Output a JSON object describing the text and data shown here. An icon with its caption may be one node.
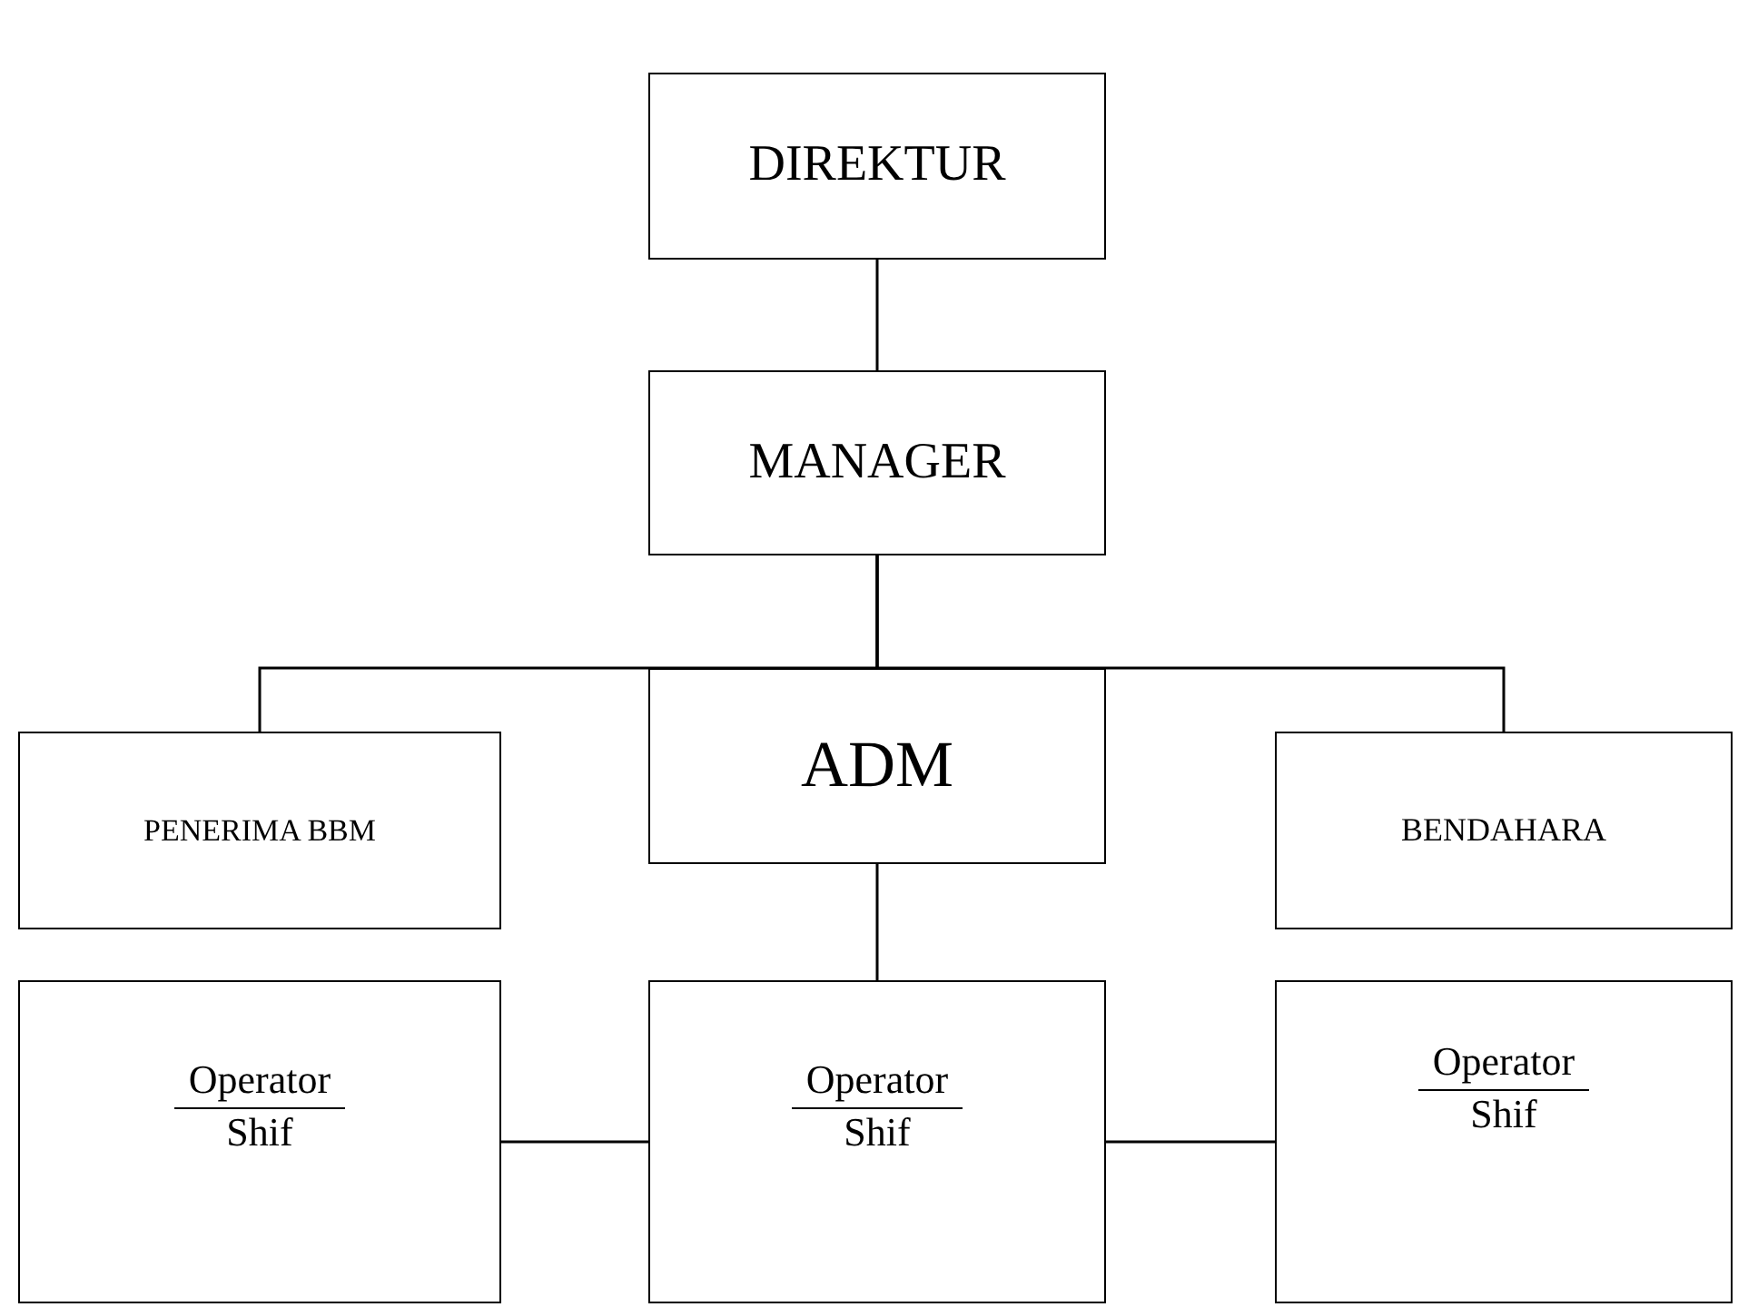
{
  "diagram": {
    "nodes": [
      {
        "text": [
          "DIREKTUR"
        ]
      },
      {
        "text": [
          "MANAGER"
        ]
      },
      {
        "text": [
          "PENERIMA BBM"
        ]
      },
      {
        "text": [
          "ADM"
        ]
      },
      {
        "text": [
          "BENDAHARA"
        ]
      },
      {
        "text": [
          "Operator",
          "Shif"
        ]
      },
      {
        "text": [
          "Operator",
          "Shif"
        ]
      },
      {
        "text": [
          "Operator",
          "Shif"
        ]
      }
    ],
    "edges": [
      {
        "from": 0,
        "to": 1,
        "arrow": "none"
      },
      {
        "from": 1,
        "to": 2,
        "arrow": "none"
      },
      {
        "from": 1,
        "to": 3,
        "arrow": "none"
      },
      {
        "from": 1,
        "to": 4,
        "arrow": "none"
      },
      {
        "from": 3,
        "to": 6,
        "arrow": "none"
      },
      {
        "from": 6,
        "to": 5,
        "arrow": "none"
      },
      {
        "from": 6,
        "to": 7,
        "arrow": "none"
      }
    ]
  }
}
